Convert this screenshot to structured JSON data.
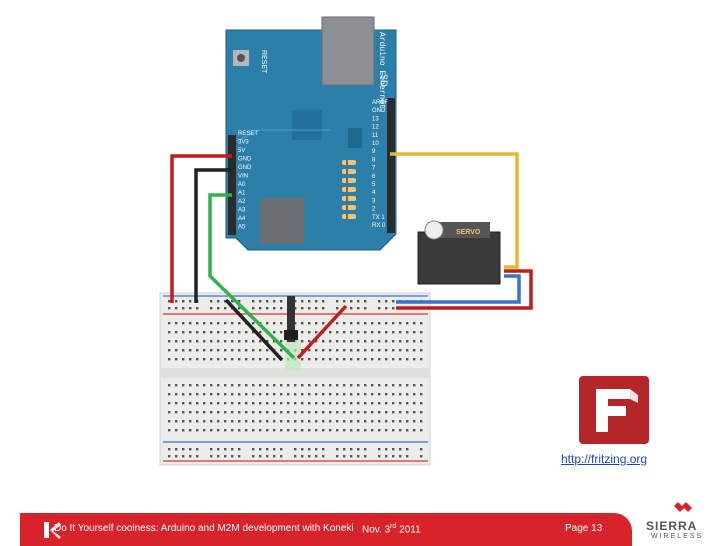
{
  "board": {
    "vertical_label": "Arduino Ethernet",
    "sd_label": "SD",
    "reset_label": "RESET",
    "header_left": [
      "RESET",
      "3V3",
      "5V",
      "GND",
      "GND",
      "VIN",
      "A0",
      "A1",
      "A2",
      "A3",
      "A4",
      "A5"
    ],
    "header_right": [
      "AREF",
      "GND",
      "13",
      "12",
      "11",
      "10",
      "9",
      "8",
      "7",
      "6",
      "5",
      "4",
      "3",
      "2",
      "TX 1",
      "RX 0"
    ]
  },
  "servo": {
    "label": "SERVO"
  },
  "colors": {
    "wire_red": "#c41c1c",
    "wire_black": "#222222",
    "wire_green": "#2fb34a",
    "wire_yellow": "#e8b92b",
    "wire_blue": "#3a74c8",
    "board": "#2c7fa8",
    "footer": "#d8232a",
    "fritzing": "#b5262b"
  },
  "fritzing": {
    "link": "http://fritzing.org",
    "logo_icon": "fritzing-f-icon"
  },
  "footer": {
    "title": "Do It Yourself coolness: Arduino and M2M development with Koneki",
    "date_prefix": "Nov. 3",
    "date_sup": "rd",
    "date_suffix": " 2011",
    "page": "Page 13",
    "koneki_icon": "koneki-logo-icon"
  },
  "sierra": {
    "line1": "SIERRA",
    "line2": "WIRELESS"
  }
}
